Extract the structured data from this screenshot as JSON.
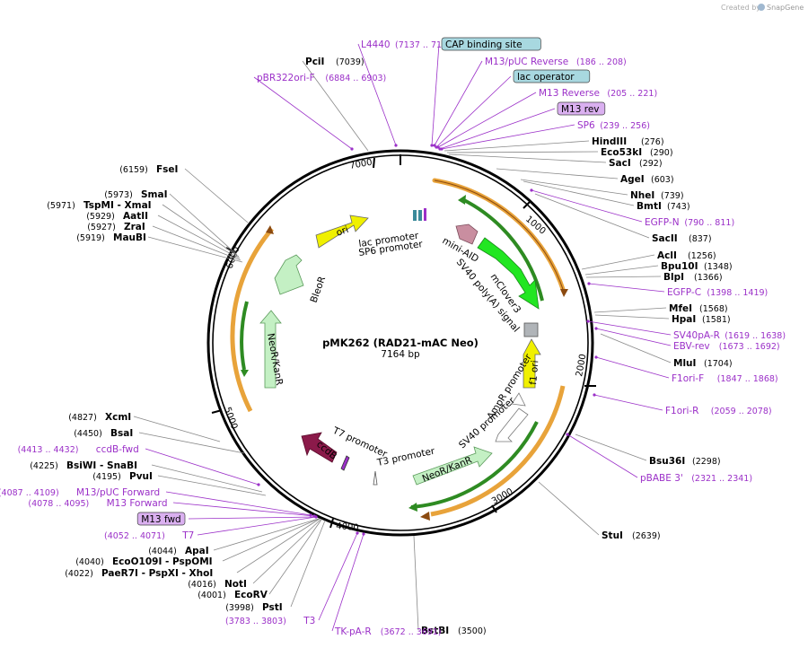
{
  "watermark": "Created by",
  "brand": "SnapGene",
  "plasmid": {
    "name": "pMK262 (RAD21-mAC Neo)",
    "length": "7164 bp"
  },
  "ruler": [
    "1000",
    "2000",
    "3000",
    "4000",
    "5000",
    "6000",
    "7000"
  ],
  "colors": {
    "enzyme": "#000000",
    "primer": "#9b30c8",
    "orange": "#e8a33a",
    "green": "#2e8b22",
    "mclover": "#22e622",
    "f1ori": "#f0f000",
    "light_green": "#c4f0c4",
    "ccdb": "#8b1a4a",
    "mini_aid": "#c98ea0",
    "sv40": "#b0b4b8",
    "feature_box": "#a8d8e0",
    "primer_box": "#dab0f0"
  },
  "labels": [
    {
      "name": "L4440",
      "coords": "(7137 .. 7154)",
      "kind": "primer"
    },
    {
      "name": "PciI",
      "coords": "(7039)",
      "kind": "enzyme"
    },
    {
      "name": "pBR322ori-F",
      "coords": "(6884 .. 6903)",
      "kind": "primer"
    },
    {
      "name": "CAP binding site",
      "coords": "",
      "kind": "feature_box"
    },
    {
      "name": "M13/pUC Reverse",
      "coords": "(186 .. 208)",
      "kind": "primer"
    },
    {
      "name": "lac operator",
      "coords": "",
      "kind": "feature_box"
    },
    {
      "name": "M13 Reverse",
      "coords": "(205 .. 221)",
      "kind": "primer"
    },
    {
      "name": "M13 rev",
      "coords": "",
      "kind": "primer_box"
    },
    {
      "name": "SP6",
      "coords": "(239 .. 256)",
      "kind": "primer"
    },
    {
      "name": "HindIII",
      "coords": "(276)",
      "kind": "enzyme"
    },
    {
      "name": "Eco53kI",
      "coords": "(290)",
      "kind": "enzyme"
    },
    {
      "name": "SacI",
      "coords": "(292)",
      "kind": "enzyme"
    },
    {
      "name": "AgeI",
      "coords": "(603)",
      "kind": "enzyme"
    },
    {
      "name": "NheI",
      "coords": "(739)",
      "kind": "enzyme"
    },
    {
      "name": "BmtI",
      "coords": "(743)",
      "kind": "enzyme"
    },
    {
      "name": "EGFP-N",
      "coords": "(790 .. 811)",
      "kind": "primer"
    },
    {
      "name": "SacII",
      "coords": "(837)",
      "kind": "enzyme"
    },
    {
      "name": "AclI",
      "coords": "(1256)",
      "kind": "enzyme"
    },
    {
      "name": "Bpu10I",
      "coords": "(1348)",
      "kind": "enzyme"
    },
    {
      "name": "BlpI",
      "coords": "(1366)",
      "kind": "enzyme"
    },
    {
      "name": "EGFP-C",
      "coords": "(1398 .. 1419)",
      "kind": "primer"
    },
    {
      "name": "MfeI",
      "coords": "(1568)",
      "kind": "enzyme"
    },
    {
      "name": "HpaI",
      "coords": "(1581)",
      "kind": "enzyme"
    },
    {
      "name": "SV40pA-R",
      "coords": "(1619 .. 1638)",
      "kind": "primer"
    },
    {
      "name": "EBV-rev",
      "coords": "(1673 .. 1692)",
      "kind": "primer"
    },
    {
      "name": "MluI",
      "coords": "(1704)",
      "kind": "enzyme"
    },
    {
      "name": "F1ori-F",
      "coords": "(1847 .. 1868)",
      "kind": "primer"
    },
    {
      "name": "F1ori-R",
      "coords": "(2059 .. 2078)",
      "kind": "primer"
    },
    {
      "name": "Bsu36I",
      "coords": "(2298)",
      "kind": "enzyme"
    },
    {
      "name": "pBABE 3'",
      "coords": "(2321 .. 2341)",
      "kind": "primer"
    },
    {
      "name": "StuI",
      "coords": "(2639)",
      "kind": "enzyme"
    },
    {
      "name": "BstBI",
      "coords": "(3500)",
      "kind": "enzyme"
    },
    {
      "name": "TK-pA-R",
      "coords": "(3672 .. 3691)",
      "kind": "primer"
    },
    {
      "name": "T3",
      "coords": "(3783 .. 3803)",
      "kind": "primer"
    },
    {
      "name": "PstI",
      "coords": "(3998)",
      "kind": "enzyme"
    },
    {
      "name": "EcoRV",
      "coords": "(4001)",
      "kind": "enzyme"
    },
    {
      "name": "NotI",
      "coords": "(4016)",
      "kind": "enzyme"
    },
    {
      "name": "PaeR7I - PspXI - XhoI",
      "coords": "(4022)",
      "kind": "enzyme"
    },
    {
      "name": "EcoO109I - PspOMI",
      "coords": "(4040)",
      "kind": "enzyme"
    },
    {
      "name": "ApaI",
      "coords": "(4044)",
      "kind": "enzyme"
    },
    {
      "name": "T7",
      "coords": "(4052 .. 4071)",
      "kind": "primer"
    },
    {
      "name": "M13 fwd",
      "coords": "",
      "kind": "primer_box"
    },
    {
      "name": "M13 Forward",
      "coords": "(4078 .. 4095)",
      "kind": "primer"
    },
    {
      "name": "M13/pUC Forward",
      "coords": "(4087 .. 4109)",
      "kind": "primer"
    },
    {
      "name": "PvuI",
      "coords": "(4195)",
      "kind": "enzyme"
    },
    {
      "name": "BsiWI - SnaBI",
      "coords": "(4225)",
      "kind": "enzyme"
    },
    {
      "name": "ccdB-fwd",
      "coords": "(4413 .. 4432)",
      "kind": "primer"
    },
    {
      "name": "BsaI",
      "coords": "(4450)",
      "kind": "enzyme"
    },
    {
      "name": "XcmI",
      "coords": "(4827)",
      "kind": "enzyme"
    },
    {
      "name": "MauBI",
      "coords": "(5919)",
      "kind": "enzyme"
    },
    {
      "name": "ZraI",
      "coords": "(5927)",
      "kind": "enzyme"
    },
    {
      "name": "AatII",
      "coords": "(5929)",
      "kind": "enzyme"
    },
    {
      "name": "TspMI - XmaI",
      "coords": "(5971)",
      "kind": "enzyme"
    },
    {
      "name": "SmaI",
      "coords": "(5973)",
      "kind": "enzyme"
    },
    {
      "name": "FseI",
      "coords": "(6159)",
      "kind": "enzyme"
    }
  ],
  "features": [
    {
      "name": "ori"
    },
    {
      "name": "lac promoter"
    },
    {
      "name": "SP6 promoter"
    },
    {
      "name": "mini-AID"
    },
    {
      "name": "mClover3"
    },
    {
      "name": "SV40 poly(A) signal"
    },
    {
      "name": "BleoR"
    },
    {
      "name": "NeoR/KanR"
    },
    {
      "name": "f1 ori"
    },
    {
      "name": "AmpR promoter"
    },
    {
      "name": "SV40 promoter"
    },
    {
      "name": "NeoR/KanR"
    },
    {
      "name": "T3 promoter"
    },
    {
      "name": "T7 promoter"
    },
    {
      "name": "ccdB"
    }
  ]
}
